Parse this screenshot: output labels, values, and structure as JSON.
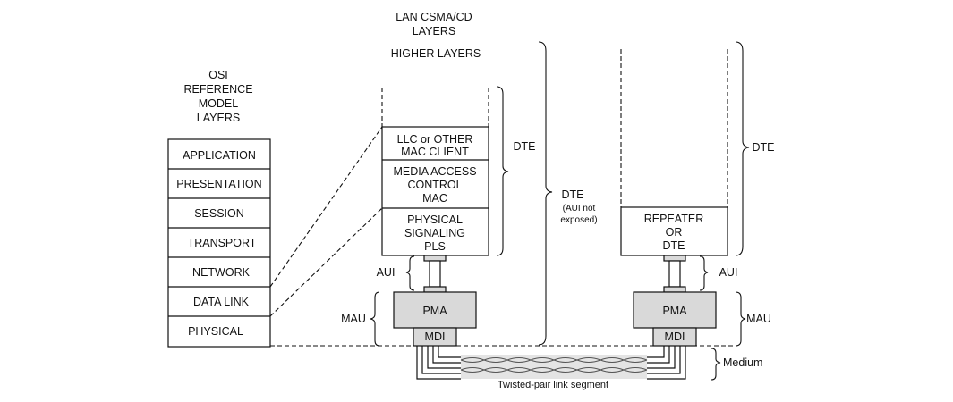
{
  "osi": {
    "title": [
      "OSI",
      "REFERENCE",
      "MODEL",
      "LAYERS"
    ],
    "layers": [
      "APPLICATION",
      "PRESENTATION",
      "SESSION",
      "TRANSPORT",
      "NETWORK",
      "DATA LINK",
      "PHYSICAL"
    ]
  },
  "lan": {
    "title": [
      "LAN CSMA/CD",
      "LAYERS"
    ],
    "higher_layers": "HIGHER LAYERS",
    "llc": [
      "LLC or OTHER",
      "MAC CLIENT"
    ],
    "mac": [
      "MEDIA ACCESS",
      "CONTROL",
      "MAC"
    ],
    "pls": [
      "PHYSICAL",
      "SIGNALING",
      "PLS"
    ]
  },
  "left_station": {
    "aui": "AUI",
    "mau": "MAU",
    "pma": "PMA",
    "mdi": "MDI",
    "dte": "DTE",
    "dte_outer": [
      "DTE",
      "(AUI not",
      "exposed)"
    ]
  },
  "right_station": {
    "repeater": [
      "REPEATER",
      "OR",
      "DTE"
    ],
    "aui": "AUI",
    "mau": "MAU",
    "pma": "PMA",
    "mdi": "MDI",
    "dte": "DTE",
    "medium": "Medium"
  },
  "link": {
    "label": "Twisted-pair link segment"
  }
}
